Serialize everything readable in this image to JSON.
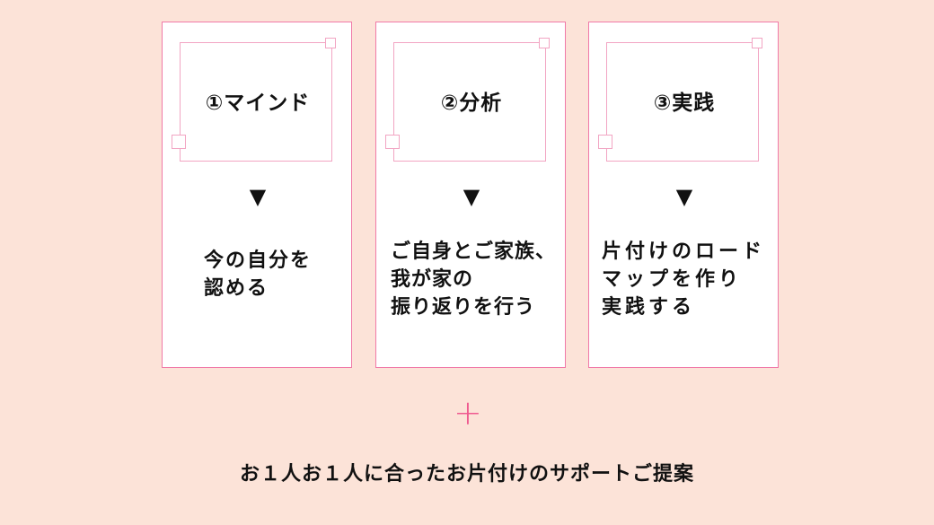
{
  "steps": [
    {
      "title": "①マインド",
      "arrow": "▼",
      "lines": [
        "今の自分を",
        "認める"
      ]
    },
    {
      "title": "②分析",
      "arrow": "▼",
      "lines": [
        "ご自身とご家族、",
        "我が家の",
        "振り返りを行う"
      ]
    },
    {
      "title": "③実践",
      "arrow": "▼",
      "lines": [
        "片付けのロード",
        "マップを作り",
        "実践する"
      ]
    }
  ],
  "plus_symbol": "+",
  "footer_text": "お１人お１人に合ったお片付けのサポートご提案",
  "colors": {
    "background": "#fce3d8",
    "card_border": "#f07aa8",
    "accent": "#ef5a8f"
  }
}
